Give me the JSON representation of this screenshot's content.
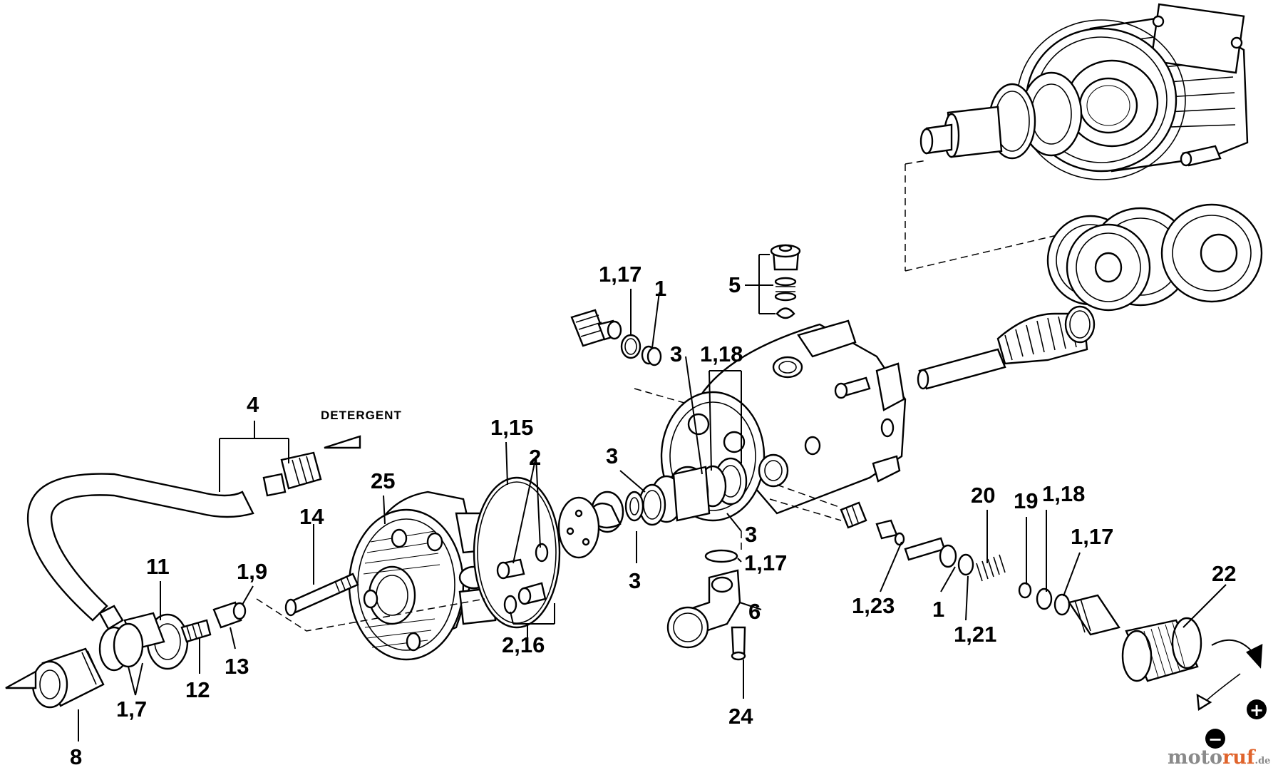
{
  "callouts": [
    {
      "id": "c-1-17-top",
      "text": "1,17"
    },
    {
      "id": "c-1-top",
      "text": "1"
    },
    {
      "id": "c-5",
      "text": "5"
    },
    {
      "id": "c-3-a",
      "text": "3"
    },
    {
      "id": "c-1-18-top",
      "text": "1,18"
    },
    {
      "id": "c-4",
      "text": "4"
    },
    {
      "id": "c-1-15",
      "text": "1,15"
    },
    {
      "id": "c-2",
      "text": "2"
    },
    {
      "id": "c-3-b",
      "text": "3"
    },
    {
      "id": "c-25",
      "text": "25"
    },
    {
      "id": "c-14",
      "text": "14"
    },
    {
      "id": "c-11",
      "text": "11"
    },
    {
      "id": "c-1-9",
      "text": "1,9"
    },
    {
      "id": "c-3-c",
      "text": "3"
    },
    {
      "id": "c-3-d",
      "text": "3"
    },
    {
      "id": "c-1-17-mid",
      "text": "1,17"
    },
    {
      "id": "c-6",
      "text": "6"
    },
    {
      "id": "c-2-16",
      "text": "2,16"
    },
    {
      "id": "c-12",
      "text": "12"
    },
    {
      "id": "c-13",
      "text": "13"
    },
    {
      "id": "c-1-7",
      "text": "1,7"
    },
    {
      "id": "c-8",
      "text": "8"
    },
    {
      "id": "c-24",
      "text": "24"
    },
    {
      "id": "c-20",
      "text": "20"
    },
    {
      "id": "c-19",
      "text": "19"
    },
    {
      "id": "c-1-18-right",
      "text": "1,18"
    },
    {
      "id": "c-1-17-right",
      "text": "1,17"
    },
    {
      "id": "c-1-23",
      "text": "1,23"
    },
    {
      "id": "c-1-right",
      "text": "1"
    },
    {
      "id": "c-1-21",
      "text": "1,21"
    },
    {
      "id": "c-22",
      "text": "22"
    }
  ],
  "labels": {
    "detergent": "DETERGENT",
    "plus_symbol": "+",
    "minus_symbol": "−"
  },
  "watermark": {
    "part1": "moto",
    "part2": "ruf",
    "part3": ".de"
  },
  "colors": {
    "ink": "#000000",
    "paper": "#ffffff",
    "watermark_gray": "#8a8a8a",
    "watermark_orange": "#e0642c"
  }
}
